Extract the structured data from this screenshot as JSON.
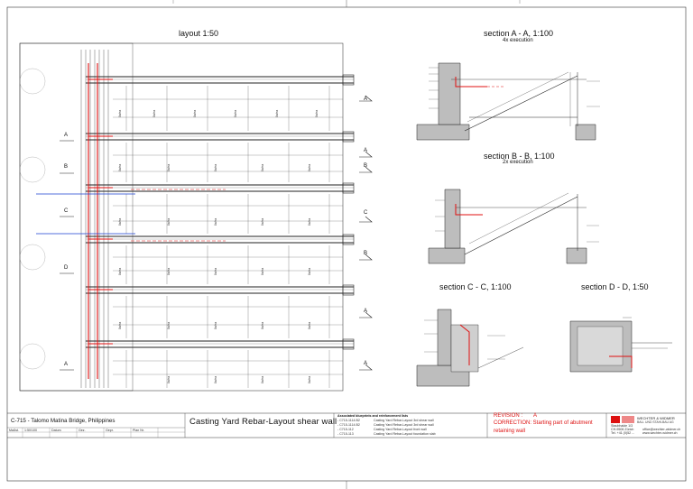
{
  "drawing": {
    "views": {
      "layout_title": "layout 1:50",
      "section_aa_title": "section A - A, 1:100",
      "section_aa_sub": "4x execution",
      "section_bb_title": "section B - B, 1:100",
      "section_bb_sub": "2x execution",
      "section_cc_title": "section C - C, 1:100",
      "section_dd_title": "section D - D, 1:50"
    },
    "section_markers": [
      "A",
      "A",
      "B",
      "C",
      "B",
      "A",
      "A"
    ],
    "layout_side_markers": [
      "A",
      "B",
      "C",
      "D",
      "A"
    ],
    "rebar_label": "8x/ea"
  },
  "title_block": {
    "project": "C-715 - Talomo Matina Bridge, Philippines",
    "drawing_title": "Casting Yard Rebar-Layout shear wall",
    "assoc_header": "Associated blueprints and reinforcement lists",
    "assoc_items": [
      {
        "code": "- C715-1114.B2",
        "desc": "Casting Yard Rebar-Layout 3rd shear wall"
      },
      {
        "code": "- C715-1114.B2",
        "desc": "Casting Yard Rebar-Layout 3rd shear wall"
      },
      {
        "code": "- C715-112",
        "desc": "Casting Yard Rebar-Layout front wall"
      },
      {
        "code": "- C715-113",
        "desc": "Casting Yard Rebar-Layout foundation slab"
      }
    ],
    "revision_label": "REVISION :",
    "revision_value": "A",
    "correction_line1": "CORRECTION: Starting part of abutment",
    "correction_line2": "retaining wall",
    "company": "WECHTER & WIDMER",
    "company_sub": "BAU- UND STAHLBAU AG",
    "address_lines": [
      "Staubhalde 1/3",
      "CH-9506 Zürich",
      "Tel. +41 (0)52 ..."
    ],
    "contact_lines": [
      "office@wechter-widmer.ch",
      "www.wechter-widmer.ch"
    ],
    "small_row": [
      "Maßst.",
      "1:50/100",
      "Datum",
      "Gez.",
      "Gepr.",
      "Plan Nr."
    ]
  }
}
